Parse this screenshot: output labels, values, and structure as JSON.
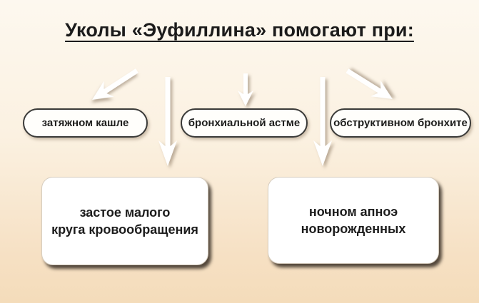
{
  "title": "Уколы «Эуфиллина» помогают при:",
  "conditions": [
    {
      "label": "затяжном кашле"
    },
    {
      "label": "бронхиальной астме"
    },
    {
      "label": "обструктивном бронхите"
    }
  ],
  "outcomes": [
    {
      "line1": "застое малого",
      "line2": "круга кровообращения"
    },
    {
      "line1": "ночном апноэ",
      "line2": "новорожденных"
    }
  ],
  "icons": {
    "arrow_to_cough": "arrow-down-left",
    "arrow_to_left_box": "arrow-down-long",
    "arrow_to_asthma": "arrow-down-short",
    "arrow_to_right_box": "arrow-down-long",
    "arrow_to_bronchitis": "arrow-down-right"
  },
  "colors": {
    "background_top": "#fdf8ef",
    "background_bottom": "#f4dcba",
    "text": "#1b1b1b",
    "node_fill": "#ffffff",
    "node_border": "#3a3a38",
    "arrow_fill": "#ffffff",
    "box_shadow": "#1c140d"
  }
}
